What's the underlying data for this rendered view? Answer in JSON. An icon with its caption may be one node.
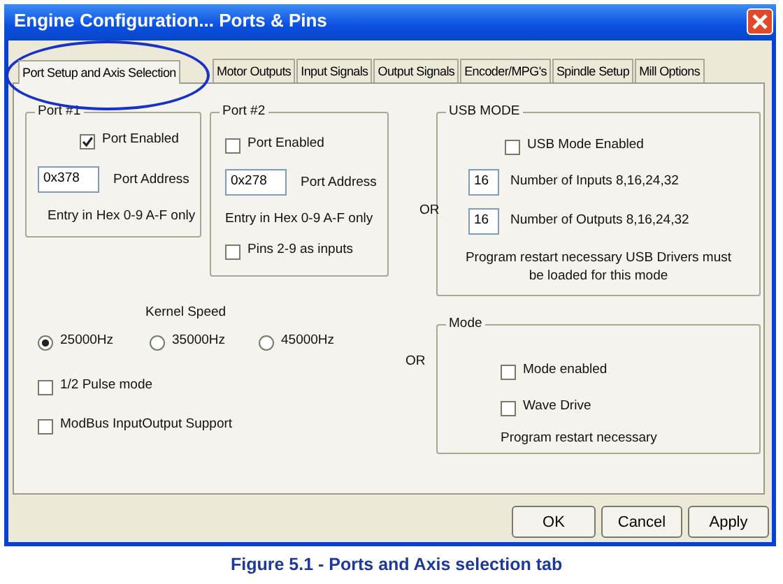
{
  "diagram": {
    "title": "Engine Configuration... Ports & Pins",
    "caption": "Figure 5.1 - Ports and Axis selection tab",
    "nodes": [
      {
        "text": [
          "Port Setup and Axis Selection"
        ]
      },
      {
        "text": [
          "Port #1",
          "Port Enabled",
          "0x378",
          "Port Address",
          "Entry in Hex 0-9 A-F only"
        ]
      },
      {
        "text": [
          "Port #2",
          "Port Enabled",
          "0x278",
          "Port Address",
          "Entry in Hex 0-9 A-F only",
          "Pins 2-9 as inputs"
        ]
      },
      {
        "text": [
          "USB MODE",
          "USB Mode Enabled",
          "16",
          "Number of Inputs 8,16,24,32",
          "16",
          "Number of Outputs 8,16,24,32",
          "Program restart necessary USB Drivers must be loaded for this mode"
        ]
      },
      {
        "text": [
          "Mode",
          "Mode enabled",
          "Wave Drive",
          "Program restart necessary"
        ]
      }
    ],
    "edges": [],
    "labels": [
      "Motor Outputs",
      "Input Signals",
      "Output Signals",
      "Encoder/MPG's",
      "Spindle Setup",
      "Mill Options",
      "OR",
      "Kernel Speed",
      "25000Hz",
      "35000Hz",
      "45000Hz",
      "OR",
      "1/2 Pulse mode",
      "ModBus InputOutput Support",
      "OK",
      "Cancel",
      "Apply"
    ]
  }
}
